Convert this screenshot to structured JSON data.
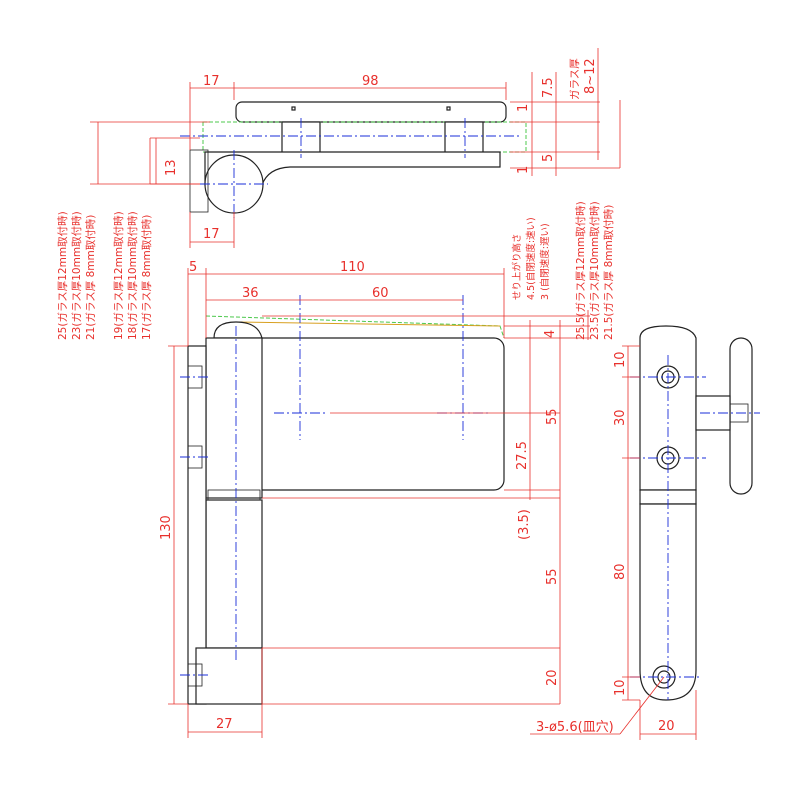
{
  "dimensions": {
    "top": {
      "w17": "17",
      "w98": "98",
      "h13": "13",
      "w17b": "17",
      "h7_5": "7.5",
      "h1a": "1",
      "h5": "5",
      "h1b": "1"
    },
    "glass_range": {
      "label": "ガラス厚",
      "range": "8~12"
    },
    "front": {
      "w5": "5",
      "w110": "110",
      "w36": "36",
      "w60": "60",
      "h25_5": "25.5",
      "h23_5": "23.5",
      "h21_5": "21.5",
      "h4_5": "4.5",
      "h3": "3",
      "h4": "4",
      "h55a": "55",
      "h27_5": "27.5",
      "h3_5": "(3.5)",
      "h55b": "55",
      "h20": "20",
      "h130": "130",
      "w27": "27"
    },
    "side": {
      "h10a": "10",
      "h30": "30",
      "h80": "80",
      "h10b": "10",
      "w20": "20",
      "hole": "3-ø5.6(皿穴)"
    }
  },
  "notes": {
    "left_25": "25(ガラス厚12mm取付時)",
    "left_23": "23(ガラス厚10mm取付時)",
    "left_21": "21(ガラス厚 8mm取付時)",
    "left_19": "19(ガラス厚12mm取付時)",
    "left_18": "18(ガラス厚10mm取付時)",
    "left_17": "17(ガラス厚 8mm取付時)",
    "right_25_5": "25.5(ガラス厚12mm取付時)",
    "right_23_5": "23.5(ガラス厚10mm取付時)",
    "right_21_5": "21.5(ガラス厚 8mm取付時)",
    "rise_title": "せり上がり高さ",
    "rise_4_5": "4.5(自閉速度:速い)",
    "rise_3": "3 (自閉速度:遅い)"
  },
  "colors": {
    "dimension": "#e8302c",
    "centerline": "#1a2ed8",
    "glass": "#4cc84c",
    "outline": "#222222"
  }
}
